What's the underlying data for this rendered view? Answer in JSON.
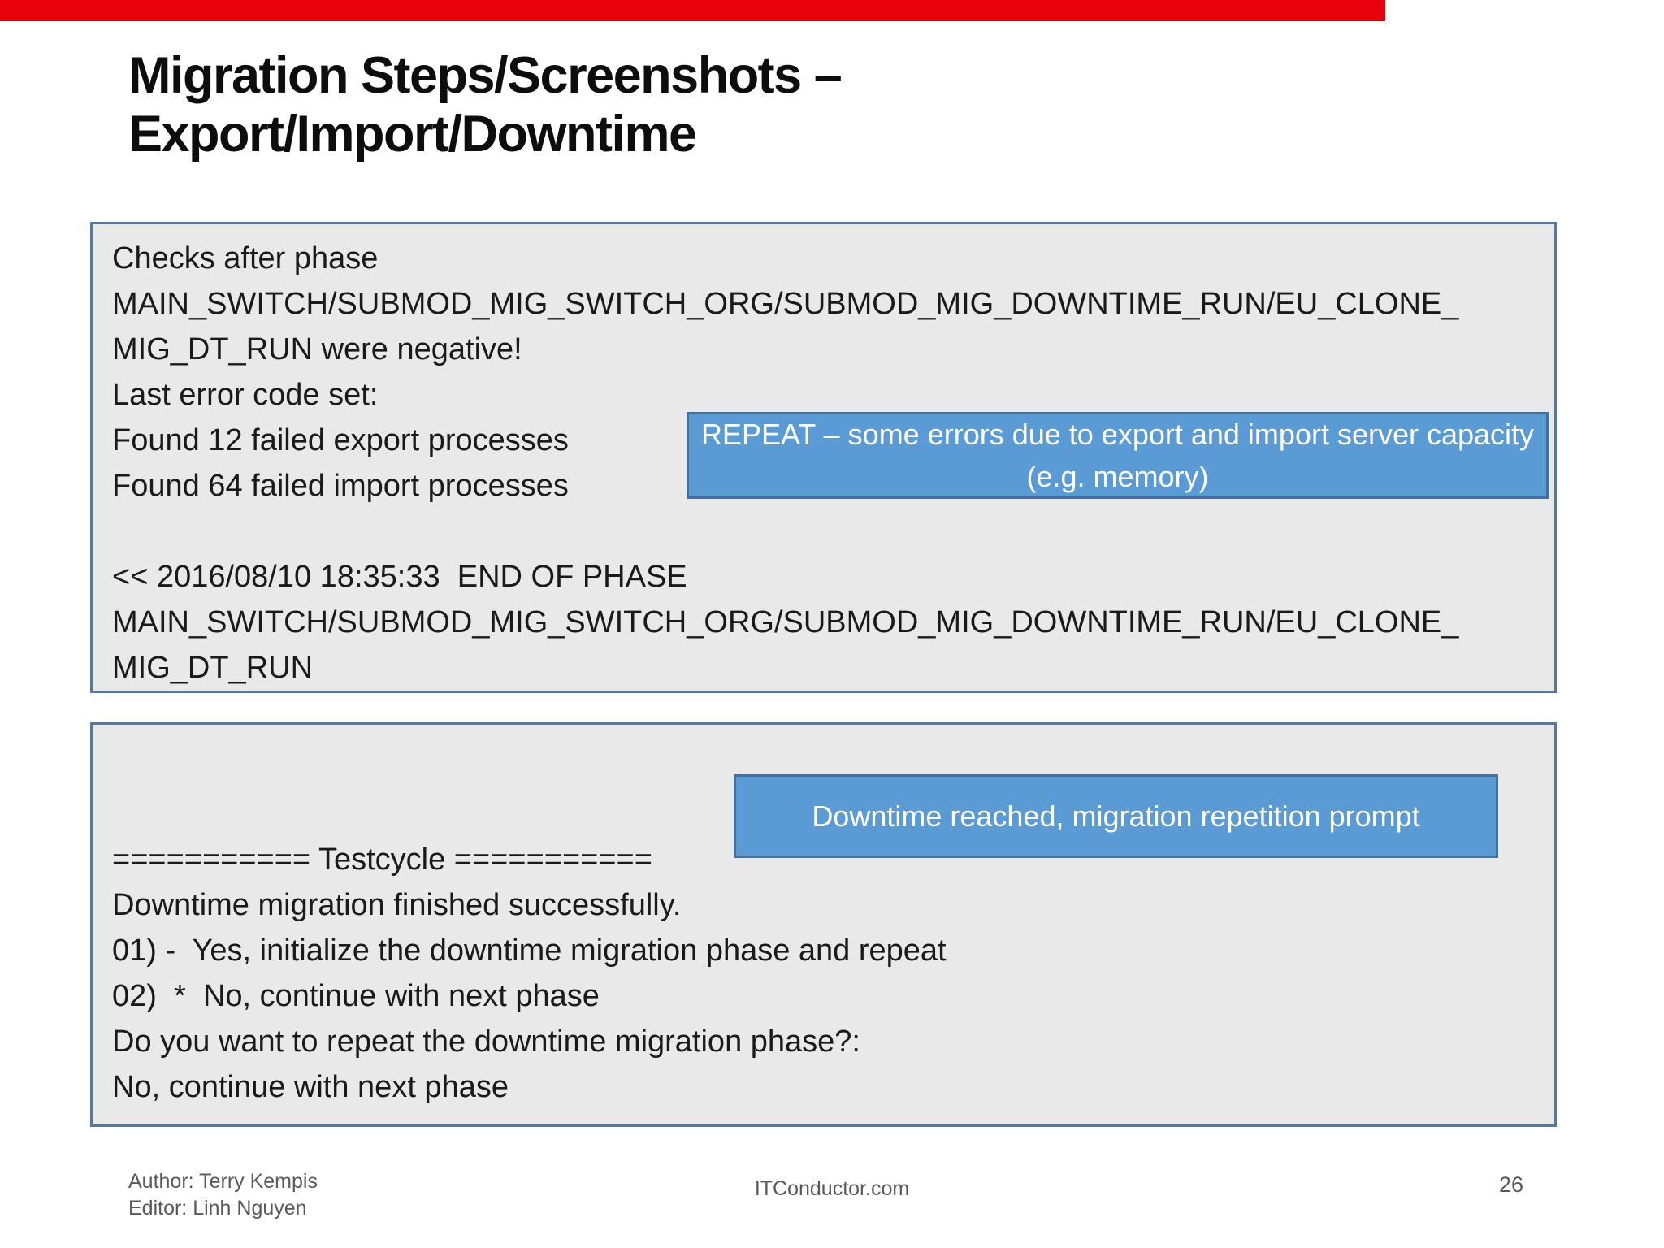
{
  "slide": {
    "title": "Migration Steps/Screenshots –\nExport/Import/Downtime",
    "page_number": "26"
  },
  "colors": {
    "progress_bar_red": "#e8000d",
    "log_box_fill": "#e9e9e9",
    "log_box_border": "#56789e",
    "callout_fill": "#5b9bd5",
    "callout_border": "#41719c",
    "footer_text_gray": "#595959"
  },
  "log_box_1": {
    "text": "Checks after phase\nMAIN_SWITCH/SUBMOD_MIG_SWITCH_ORG/SUBMOD_MIG_DOWNTIME_RUN/EU_CLONE_\nMIG_DT_RUN were negative!\nLast error code set:\nFound 12 failed export processes\nFound 64 failed import processes\n\n<< 2016/08/10 18:35:33  END OF PHASE\nMAIN_SWITCH/SUBMOD_MIG_SWITCH_ORG/SUBMOD_MIG_DOWNTIME_RUN/EU_CLONE_\nMIG_DT_RUN"
  },
  "callout_repeat": {
    "text": "REPEAT – some errors due to export and import server capacity (e.g. memory)"
  },
  "log_box_2": {
    "text": "=========== Testcycle ===========\nDowntime migration finished successfully.\n01) -  Yes, initialize the downtime migration phase and repeat\n02)  *  No, continue with next phase\nDo you want to repeat the downtime migration phase?:\nNo, continue with next phase"
  },
  "callout_downtime": {
    "text": "Downtime reached, migration repetition prompt"
  },
  "footer": {
    "author": "Author: Terry Kempis",
    "editor": "Editor: Linh Nguyen",
    "site": "ITConductor.com"
  }
}
